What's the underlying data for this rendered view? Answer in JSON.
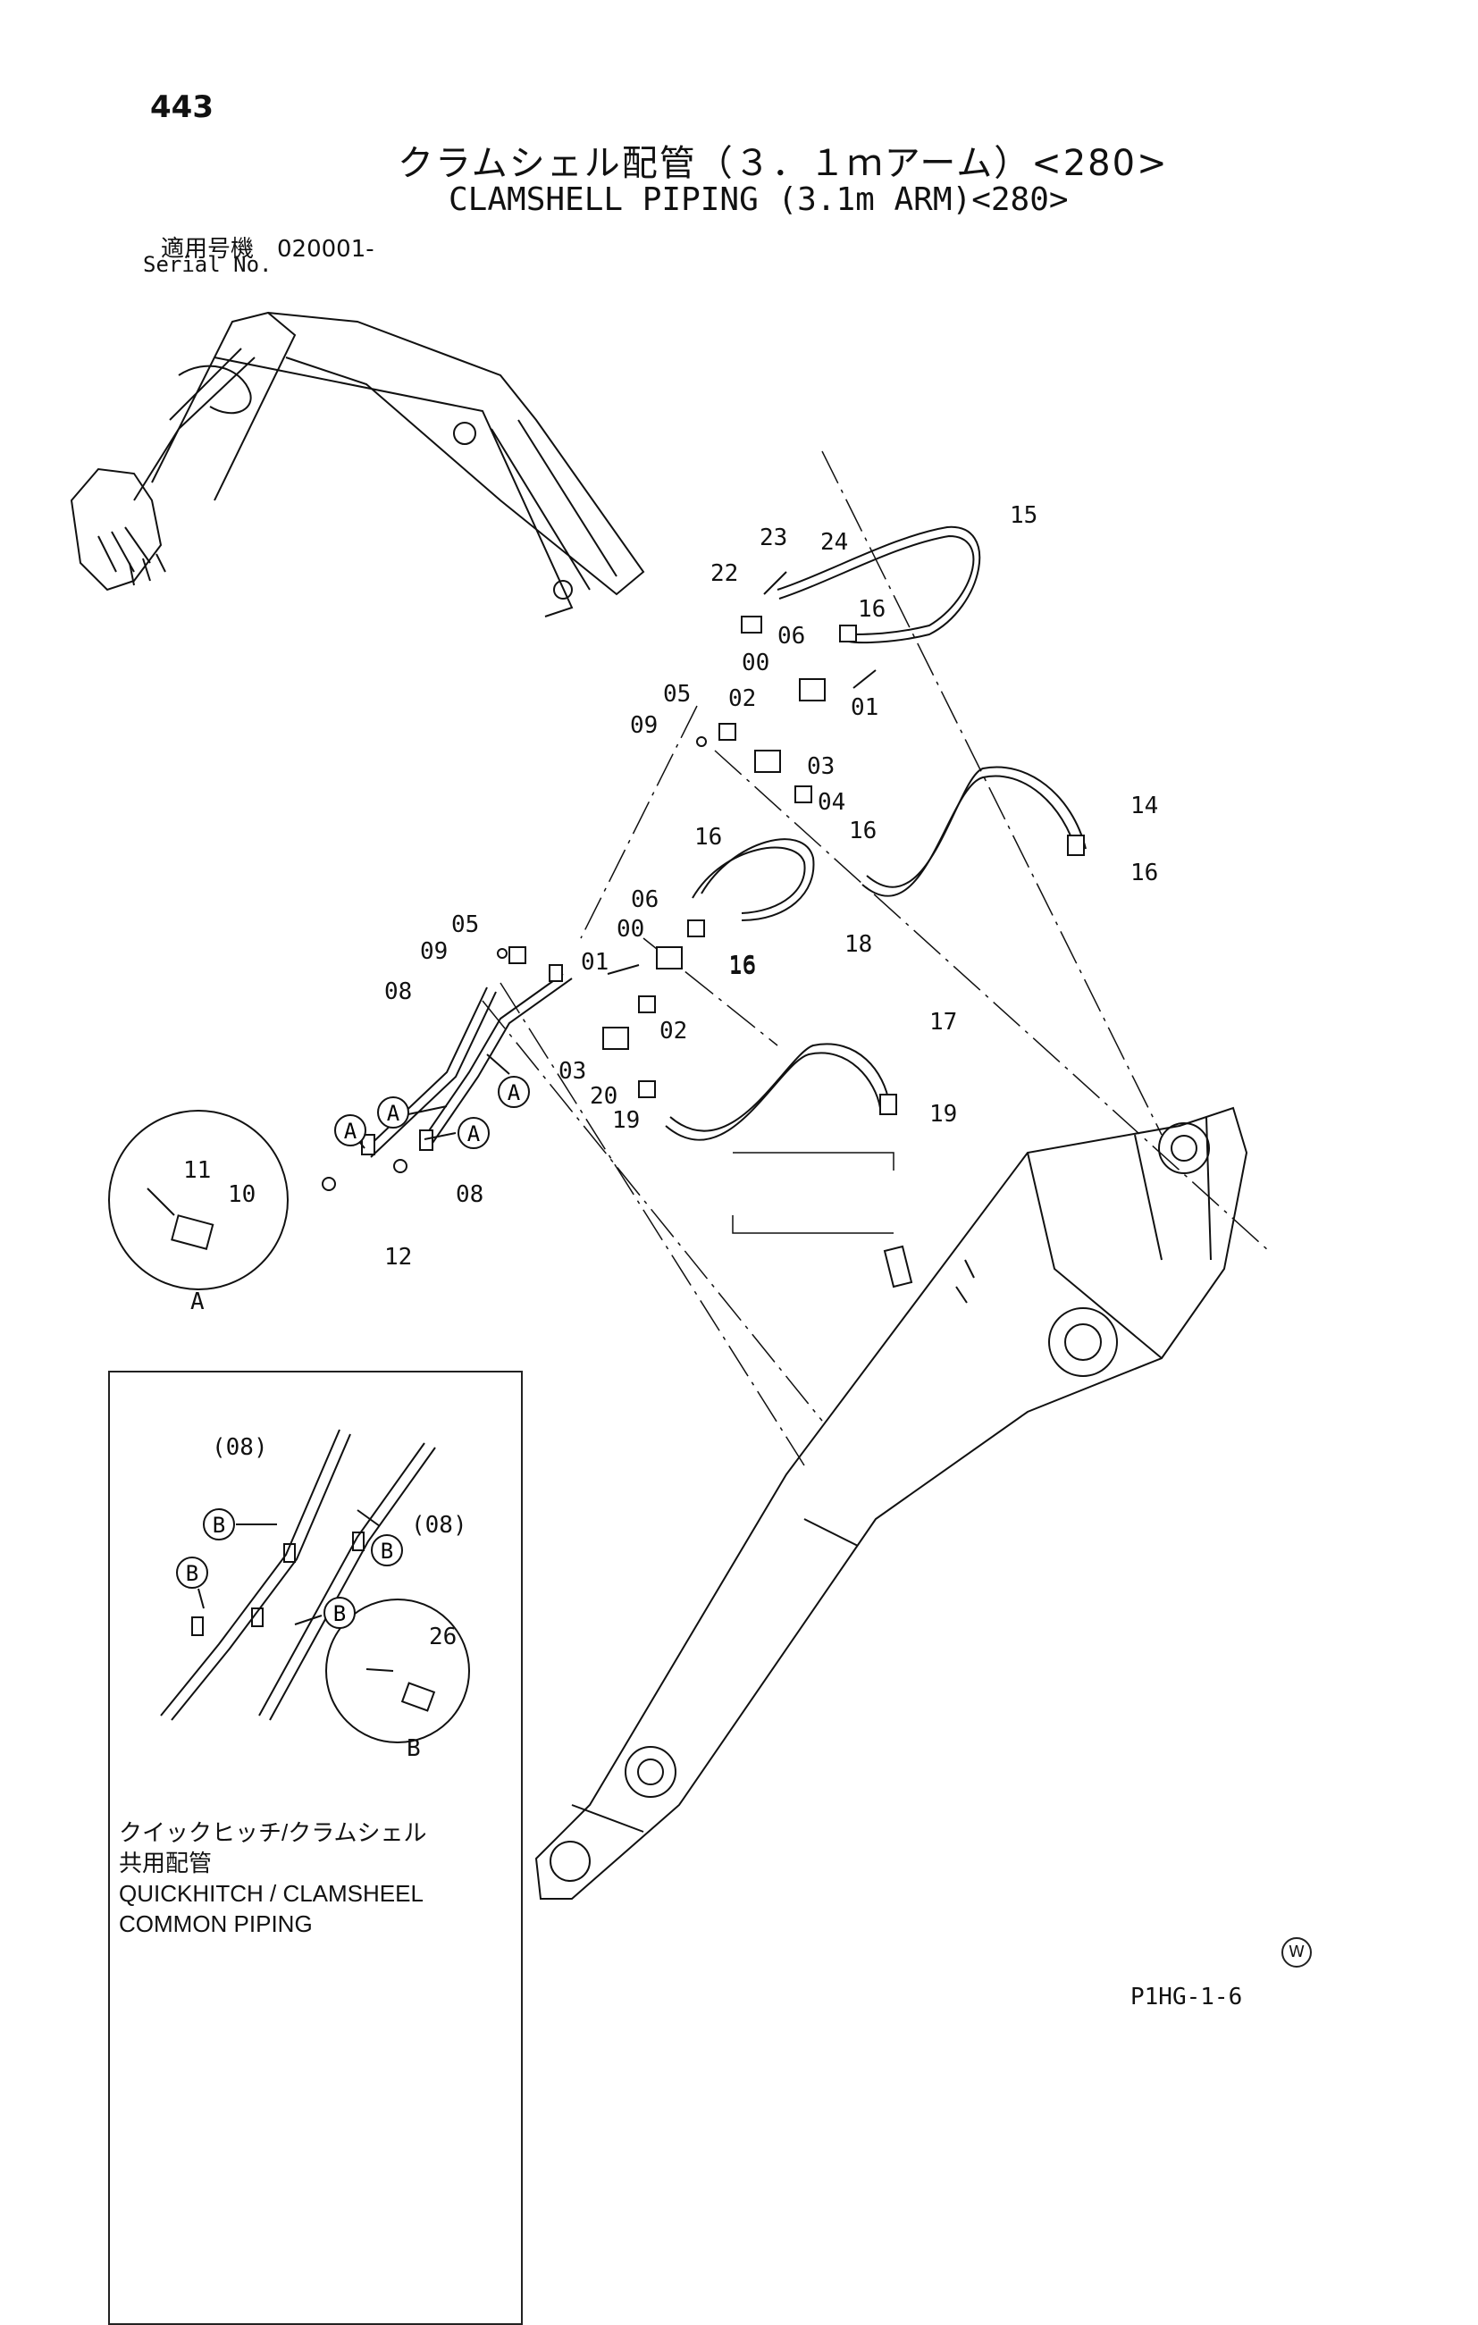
{
  "page": {
    "number": "443",
    "title_jp": "クラムシェル配管（３．１ｍアーム）<280>",
    "title_en": "CLAMSHELL PIPING (3.1m ARM)<280>",
    "serial_jp": "適用号機　020001-",
    "serial_en": "Serial No.",
    "copyright_mark": "W",
    "drawing_code": "P1HG-1-6"
  },
  "inset": {
    "caption_jp_line1": "クイックヒッチ/クラムシェル",
    "caption_jp_line2": "共用配管",
    "caption_en_line1": "QUICKHITCH / CLAMSHEEL",
    "caption_en_line2": "COMMON PIPING",
    "labels": [
      "(08)",
      "(08)",
      "26",
      "B"
    ],
    "callouts": [
      "B",
      "B",
      "B",
      "B"
    ]
  },
  "detail_a": {
    "labels": [
      "11",
      "10",
      "A"
    ]
  },
  "part_labels": [
    "23",
    "24",
    "15",
    "22",
    "16",
    "06",
    "00",
    "01",
    "05",
    "02",
    "09",
    "03",
    "04",
    "16",
    "14",
    "16",
    "16",
    "06",
    "00",
    "16",
    "05",
    "09",
    "01",
    "18",
    "16",
    "08",
    "02",
    "03",
    "17",
    "20",
    "19",
    "19",
    "08",
    "12"
  ],
  "callouts": [
    "A",
    "A",
    "A",
    "A"
  ]
}
